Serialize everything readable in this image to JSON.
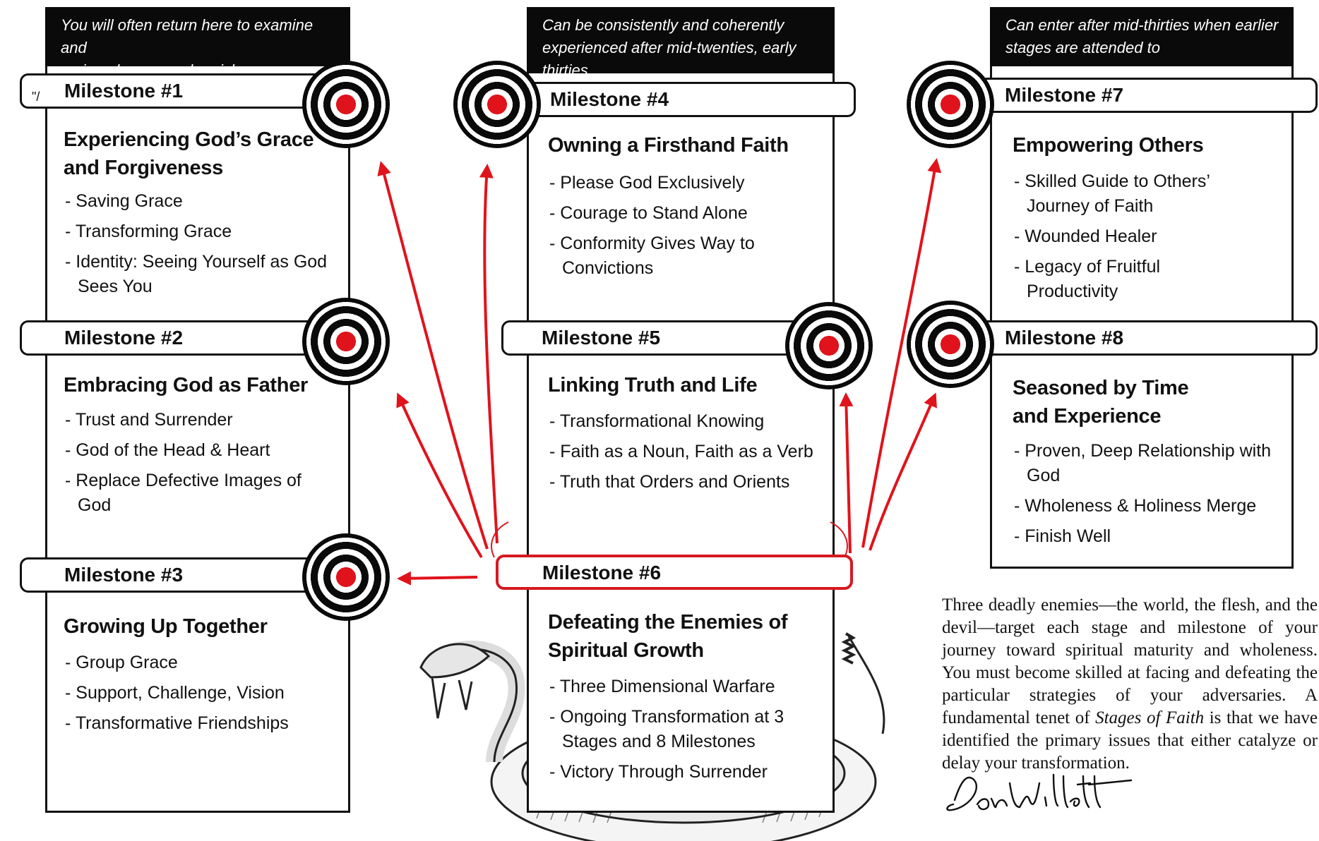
{
  "headers": {
    "left": [
      "You will often return here to examine and",
      "revise, deepen and enrich"
    ],
    "middle": [
      "Can be consistently and coherently",
      "experienced after mid-twenties, early thirties"
    ],
    "right": [
      "Can enter after mid-thirties when earlier",
      "stages are attended to"
    ]
  },
  "milestones": [
    {
      "label": "Milestone #1",
      "title": [
        "Experiencing God’s Grace",
        "and Forgiveness"
      ],
      "items": [
        "- Saving Grace",
        "- Transforming Grace",
        "- Identity: Seeing Yourself as God Sees You"
      ]
    },
    {
      "label": "Milestone #2",
      "title": [
        "Embracing God as Father"
      ],
      "items": [
        "- Trust and Surrender",
        "- God of the Head & Heart",
        "- Replace Defective Images of God"
      ]
    },
    {
      "label": "Milestone #3",
      "title": [
        "Growing Up Together"
      ],
      "items": [
        "- Group Grace",
        "- Support, Challenge, Vision",
        "- Transformative Friendships"
      ]
    },
    {
      "label": "Milestone #4",
      "title": [
        "Owning a Firsthand Faith"
      ],
      "items": [
        "- Please God Exclusively",
        "- Courage to Stand Alone",
        "- Conformity Gives Way to Convictions"
      ]
    },
    {
      "label": "Milestone #5",
      "title": [
        "Linking Truth and Life"
      ],
      "items": [
        "- Transformational Knowing",
        "- Faith as a Noun, Faith as a Verb",
        "- Truth that Orders and Orients"
      ]
    },
    {
      "label": "Milestone #6",
      "title": [
        "Defeating the Enemies of",
        "Spiritual Growth"
      ],
      "items": [
        "- Three Dimensional Warfare",
        "- Ongoing Transformation at 3 Stages and 8 Milestones",
        "- Victory Through Surrender"
      ]
    },
    {
      "label": "Milestone #7",
      "title": [
        "Empowering Others"
      ],
      "items": [
        "- Skilled Guide to Others’ Journey of Faith",
        "- Wounded Healer",
        "- Legacy of Fruitful Productivity"
      ]
    },
    {
      "label": "Milestone #8",
      "title": [
        "Seasoned by Time",
        "and Experience"
      ],
      "items": [
        "- Proven, Deep Relationship with God",
        "- Wholeness & Holiness Merge",
        "- Finish Well"
      ]
    }
  ],
  "quote": {
    "part1": "Three deadly enemies—the world, the flesh, and the devil—target each stage and milestone of your journey toward spiritual maturity and wholeness. You must become skilled at facing and defeating the particular strategies of your adversaries. A fundamental tenet of ",
    "emphasis": "Stages of Faith",
    "part2": " is that we have identified the primary issues that either catalyze or delay your transformation."
  },
  "signature": "Don Willett",
  "colors": {
    "accent": "#e0131c",
    "ink": "#111111",
    "header_bg": "#0a0a0a"
  }
}
